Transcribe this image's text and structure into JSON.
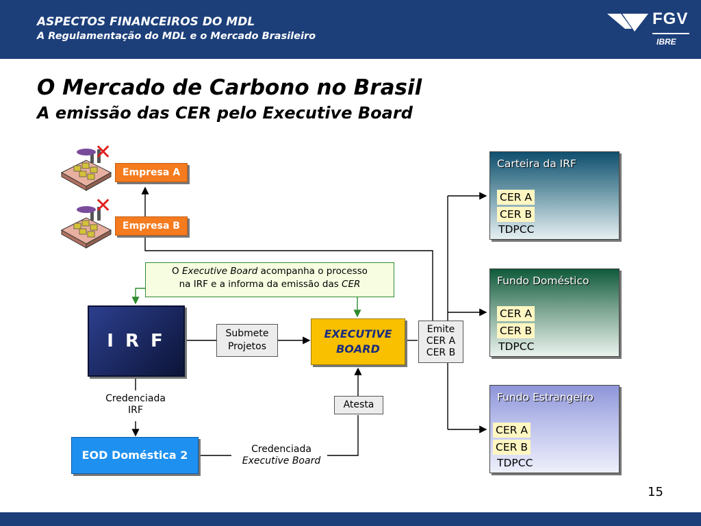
{
  "header": {
    "line1": "ASPECTOS FINANCEIROS DO MDL",
    "line2": "A Regulamentação do MDL e o Mercado Brasileiro",
    "logo_text": "FGV",
    "logo_sub": "IBRE"
  },
  "slide": {
    "title": "O Mercado de Carbono no Brasil",
    "subtitle": "A emissão das CER pelo Executive Board",
    "page_number": "15"
  },
  "diagram": {
    "empresa_a": "Empresa A",
    "empresa_b": "Empresa B",
    "note": {
      "prefix": "O ",
      "eb_italic": "Executive Board",
      "middle": " acompanha o processo",
      "line2": "na IRF e a informa da emissão das ",
      "cer_italic": "CER"
    },
    "irf": "I R F",
    "submete": [
      "Submete",
      "Projetos"
    ],
    "executive": [
      "EXECUTIVE",
      "BOARD"
    ],
    "emite": [
      "Emite",
      "CER A",
      "CER B"
    ],
    "credenciada_irf": [
      "Credenciada",
      "IRF"
    ],
    "atesta": "Atesta",
    "eod": "EOD Doméstica 2",
    "credenciada_eb": [
      "Credenciada",
      "Executive Board"
    ],
    "panels": [
      {
        "title": "Carteira da IRF",
        "items": [
          "CER A",
          "CER B"
        ],
        "extra": "TDPCC",
        "color_top": "#0f4f6e",
        "color_bottom": "#e6f0f2"
      },
      {
        "title": "Fundo Doméstico",
        "items": [
          "CER A",
          "CER B"
        ],
        "extra": "TDPCC",
        "color_top": "#0f5a3a",
        "color_bottom": "#eaf3ee"
      },
      {
        "title": "Fundo Estrangeiro",
        "items": [
          "CER A",
          "CER B"
        ],
        "extra": "TDPCC",
        "color_top": "#8e95d8",
        "color_bottom": "#eef0fb"
      }
    ],
    "icons": [
      "factory-icon",
      "cross-icon",
      "arrow-icon"
    ]
  }
}
